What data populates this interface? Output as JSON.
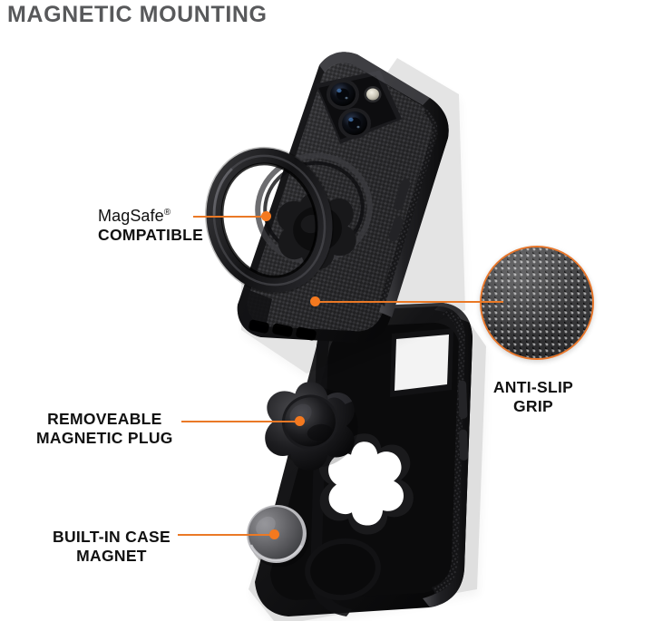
{
  "page": {
    "title": "MAGNETIC MOUNTING",
    "accent_color": "#f4791f",
    "line_color": "#ea7926",
    "title_color": "#58595b",
    "background_color": "#ffffff",
    "label_color": "#111111"
  },
  "callouts": [
    {
      "id": "magsafe",
      "line1": "MagSafe",
      "superscript": "®",
      "line2": "COMPATIBLE",
      "align": "left"
    },
    {
      "id": "anti-slip-grip",
      "line1": "ANTI-SLIP",
      "line2": "GRIP",
      "align": "center"
    },
    {
      "id": "removable-magnetic-plug",
      "line1": "REMOVEABLE",
      "line2": "MAGNETIC PLUG",
      "align": "center"
    },
    {
      "id": "built-in-case-magnet",
      "line1": "BUILT-IN CASE",
      "line2": "MAGNET",
      "align": "center"
    }
  ],
  "product": {
    "name": "rugged phone case with magnetic mount",
    "parts": [
      "phone case back with anti-slip textured shell",
      "dual camera lenses with flash",
      "magsafe ring accessory",
      "lower case shell with quad-lobe twist mount",
      "removable magnetic plug",
      "built-in case magnet disc"
    ]
  }
}
